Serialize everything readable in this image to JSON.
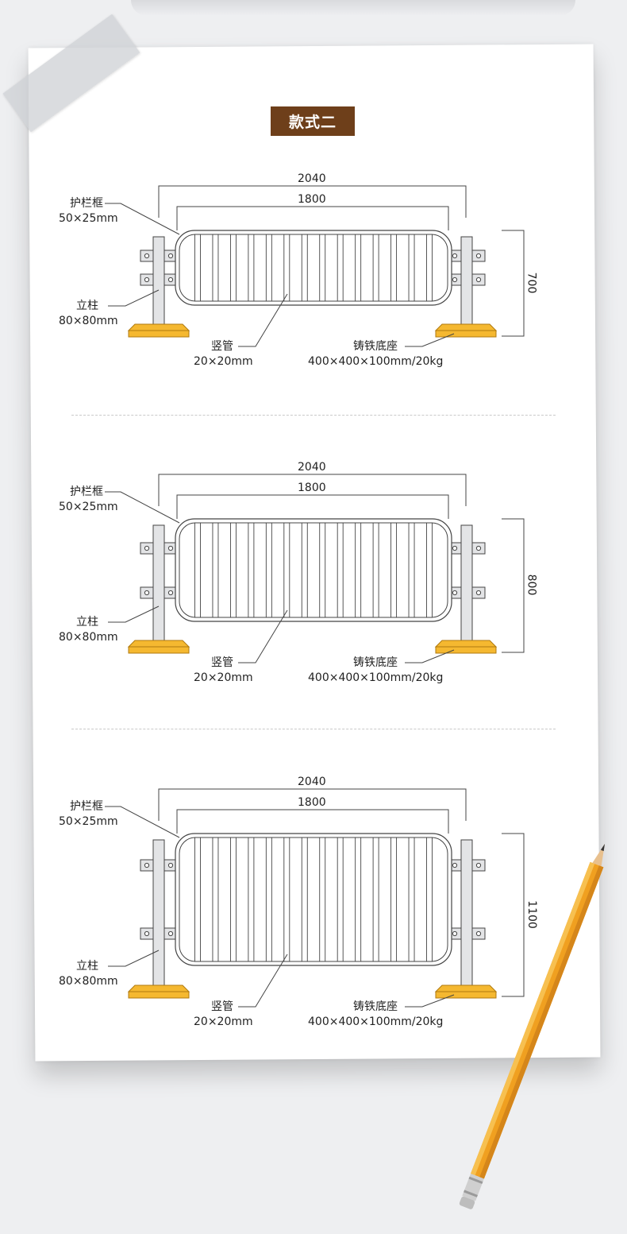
{
  "title": "款式二",
  "diagrams": [
    {
      "height_label": "700",
      "overall_width": "2040",
      "inner_width": "1800",
      "frame_label": "护栏框",
      "frame_size": "50×25mm",
      "post_label": "立柱",
      "post_size": "80×80mm",
      "bar_label": "竖管",
      "bar_size": "20×20mm",
      "base_label": "铸铁底座",
      "base_size": "400×400×100mm/20kg"
    },
    {
      "height_label": "800",
      "overall_width": "2040",
      "inner_width": "1800",
      "frame_label": "护栏框",
      "frame_size": "50×25mm",
      "post_label": "立柱",
      "post_size": "80×80mm",
      "bar_label": "竖管",
      "bar_size": "20×20mm",
      "base_label": "铸铁底座",
      "base_size": "400×400×100mm/20kg"
    },
    {
      "height_label": "1100",
      "overall_width": "2040",
      "inner_width": "1800",
      "frame_label": "护栏框",
      "frame_size": "50×25mm",
      "post_label": "立柱",
      "post_size": "80×80mm",
      "bar_label": "竖管",
      "bar_size": "20×20mm",
      "base_label": "铸铁底座",
      "base_size": "400×400×100mm/20kg"
    }
  ],
  "colors": {
    "badge": "#6e3f1a",
    "base": "#f5b830",
    "post": "#e3e4e6",
    "line": "#444444"
  }
}
